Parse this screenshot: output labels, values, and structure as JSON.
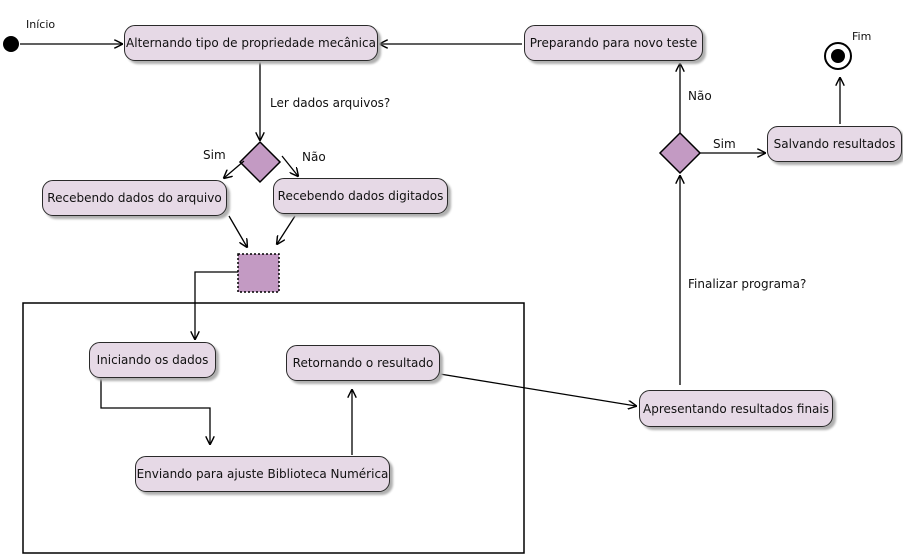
{
  "start_label": "Início",
  "end_label": "Fim",
  "nodes": {
    "alternando": "Alternando tipo de propriedade mecânica",
    "preparando": "Preparando para novo teste",
    "recebendo_arquivo": "Recebendo dados do arquivo",
    "recebendo_digitados": "Recebendo dados digitados",
    "iniciando": "Iniciando os dados",
    "retornando": "Retornando o resultado",
    "enviando": "Enviando para ajuste Biblioteca Numérica",
    "apresentando": "Apresentando resultados finais",
    "salvando": "Salvando resultados"
  },
  "guards": {
    "ler_dados": "Ler dados arquivos?",
    "sim_left": "Sim",
    "nao_right": "Não",
    "nao_up": "Não",
    "sim_right": "Sim",
    "finalizar": "Finalizar programa?"
  },
  "colors": {
    "node_fill": "#e6d9e6",
    "decision_fill": "#c39ac3",
    "stroke": "#000000"
  }
}
